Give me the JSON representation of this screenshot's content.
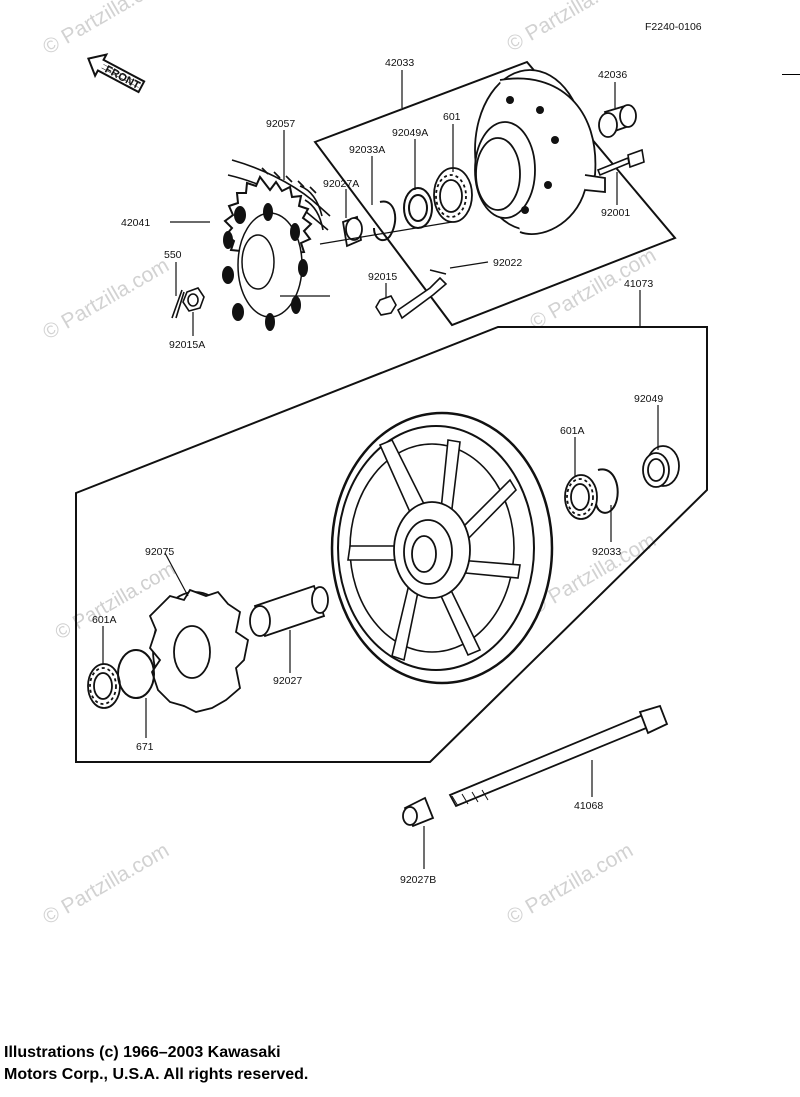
{
  "figure": {
    "code": "F2240-0106",
    "direction": "FRONT"
  },
  "watermarks": [
    "© Partzilla.com"
  ],
  "parts": {
    "p42033": "42033",
    "p42036": "42036",
    "p92057": "92057",
    "p601": "601",
    "p92049A": "92049A",
    "p92033A": "92033A",
    "p92027A": "92027A",
    "p42041": "42041",
    "p92001": "92001",
    "p550": "550",
    "p92022": "92022",
    "p92015": "92015",
    "p92015A": "92015A",
    "p41073": "41073",
    "p92049": "92049",
    "p601A_r": "601A",
    "p92033": "92033",
    "p92075": "92075",
    "p601A_l": "601A",
    "p92027": "92027",
    "p671": "671",
    "p41068": "41068",
    "p92027B": "92027B"
  },
  "copyright": {
    "line1": "Illustrations (c) 1966–2003 Kawasaki",
    "line2": "Motors Corp., U.S.A.  All rights reserved."
  }
}
